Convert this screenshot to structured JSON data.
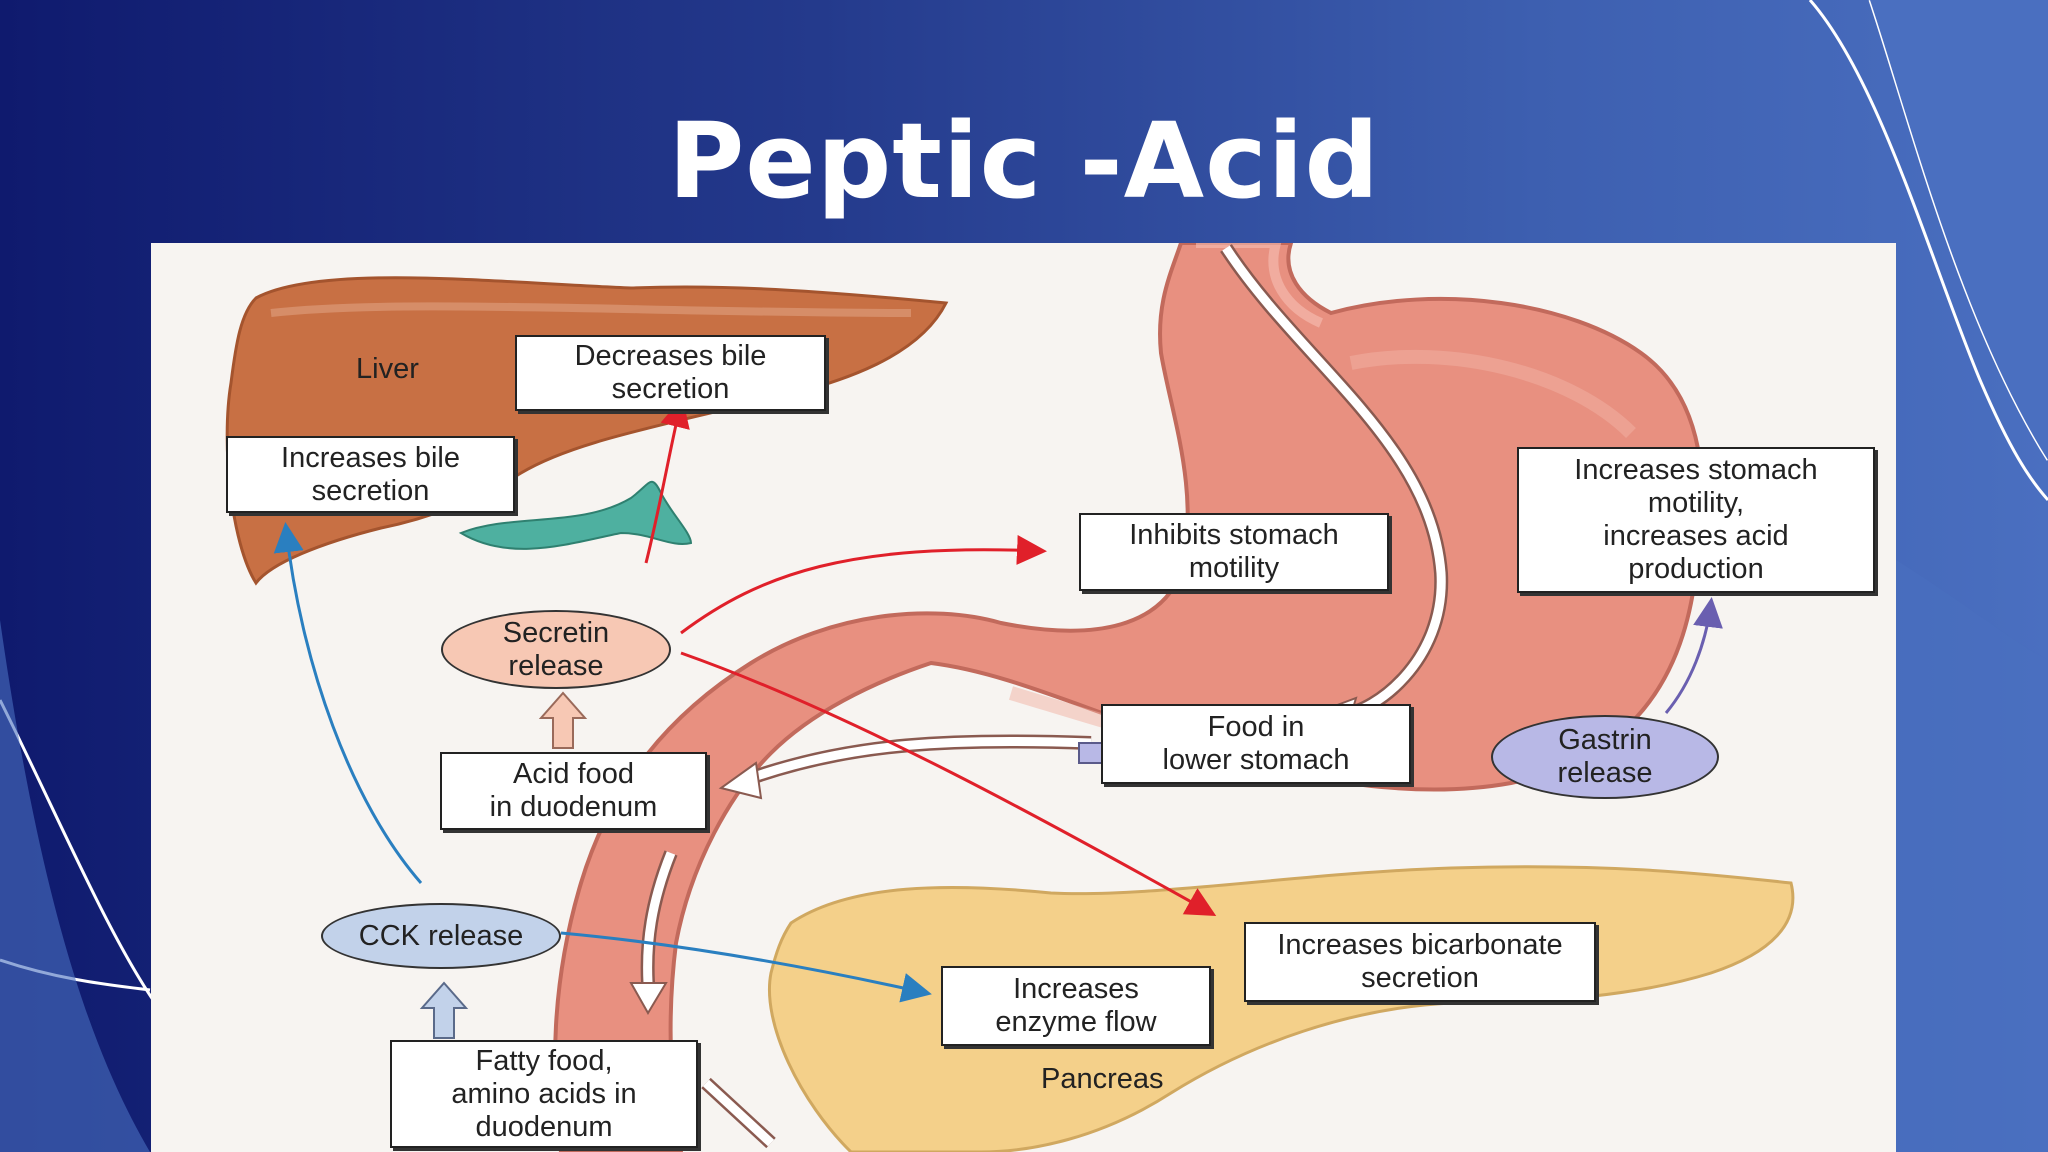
{
  "slide": {
    "title": "Peptic -Acid"
  },
  "diagram": {
    "labels": {
      "liver": "Liver",
      "pancreas": "Pancreas",
      "increases_bile": "Increases bile\nsecretion",
      "decreases_bile": "Decreases bile\nsecretion",
      "inhibits_motility": "Inhibits stomach\nmotility",
      "increases_stomach": "Increases stomach\nmotility,\nincreases acid\nproduction",
      "secretin_release": "Secretin\nrelease",
      "acid_food": "Acid food\nin duodenum",
      "food_lower_stomach": "Food in\nlower stomach",
      "gastrin_release": "Gastrin\nrelease",
      "cck_release": "CCK release",
      "increases_bicarbonate": "Increases bicarbonate\nsecretion",
      "increases_enzyme": "Increases\nenzyme flow",
      "fatty_food": "Fatty food,\namino acids in\nduodenum"
    },
    "colors": {
      "stimulate_red": "#e0202a",
      "stimulate_blue": "#2a7fc0",
      "stimulate_purple": "#6a5fb0",
      "secretin_fill": "#f7c8b4",
      "gastrin_fill": "#b8b8e6",
      "cck_fill": "#c2d2ea",
      "liver": "#c87044",
      "stomach": "#e89080",
      "pancreas": "#f4d08a"
    }
  }
}
